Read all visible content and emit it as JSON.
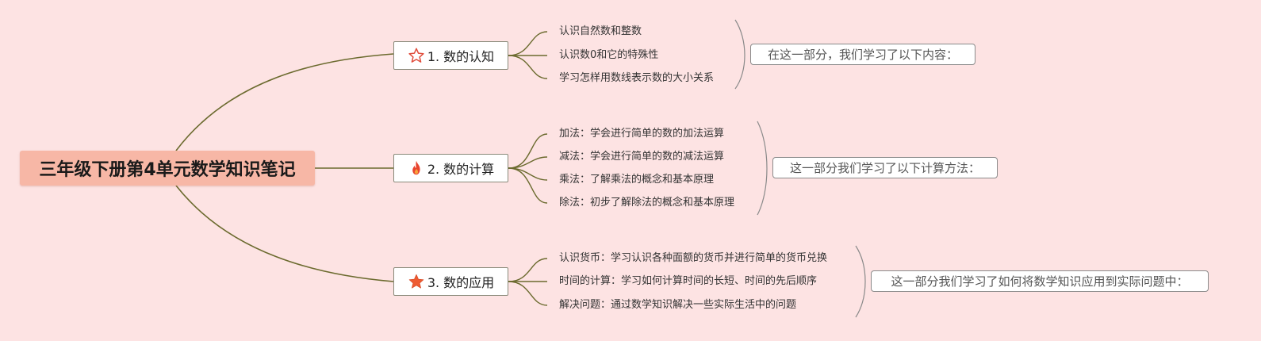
{
  "root": {
    "title": "三年级下册第4单元数学知识笔记"
  },
  "colors": {
    "background": "#fde3e3",
    "root_fill": "#f7b7a6",
    "branch_line": "#6b6a2e",
    "summary_bracket": "#8a8a8a"
  },
  "topics": [
    {
      "label": "1. 数的认知",
      "icon": "star-outline-icon",
      "items": [
        "认识自然数和整数",
        "认识数0和它的特殊性",
        "学习怎样用数线表示数的大小关系"
      ],
      "summary": "在这一部分，我们学习了以下内容："
    },
    {
      "label": "2. 数的计算",
      "icon": "fire-icon",
      "items": [
        "加法：学会进行简单的数的加法运算",
        "减法：学会进行简单的数的减法运算",
        "乘法：了解乘法的概念和基本原理",
        "除法：初步了解除法的概念和基本原理"
      ],
      "summary": "这一部分我们学习了以下计算方法："
    },
    {
      "label": "3. 数的应用",
      "icon": "star-filled-icon",
      "items": [
        "认识货币：学习认识各种面额的货币并进行简单的货币兑换",
        "时间的计算：学习如何计算时间的长短、时间的先后顺序",
        "解决问题：通过数学知识解决一些实际生活中的问题"
      ],
      "summary": "这一部分我们学习了如何将数学知识应用到实际问题中："
    }
  ]
}
